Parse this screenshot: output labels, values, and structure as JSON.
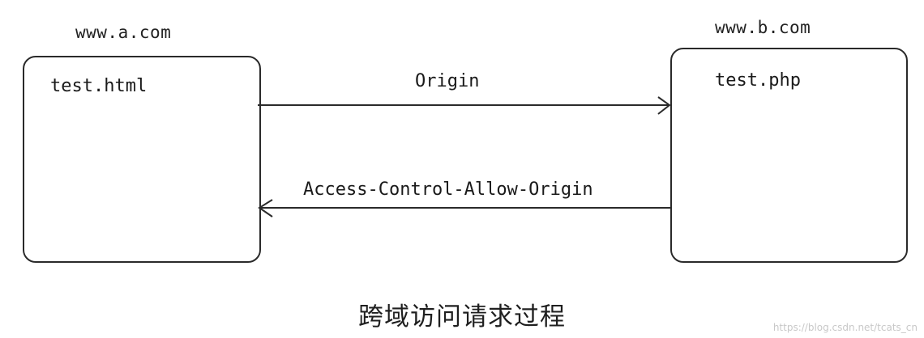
{
  "client": {
    "domain": "www.a.com",
    "file": "test.html"
  },
  "server": {
    "domain": "www.b.com",
    "file": "test.php"
  },
  "request": {
    "label": "Origin",
    "direction": "client-to-server"
  },
  "response": {
    "label": "Access-Control-Allow-Origin",
    "direction": "server-to-client"
  },
  "caption": "跨域访问请求过程",
  "watermark": "https://blog.csdn.net/tcats_cn"
}
